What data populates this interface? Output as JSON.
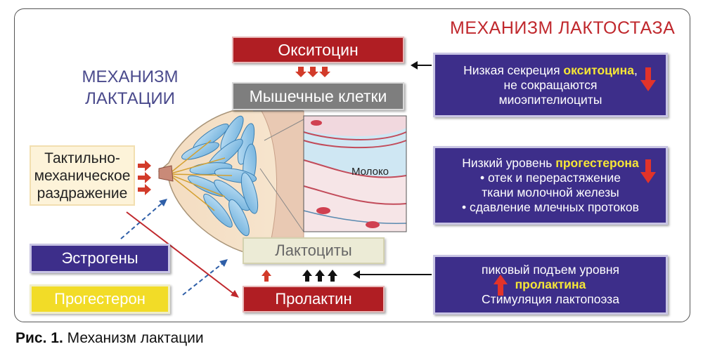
{
  "titles": {
    "lactostasis": "МЕХАНИЗМ ЛАКТОСТАЗА",
    "lactation_line1": "МЕХАНИЗМ",
    "lactation_line2": "ЛАКТАЦИИ"
  },
  "boxes": {
    "oxytocin": "Окситоцин",
    "muscle_cells": "Мышечные клетки",
    "tactile_line1": "Тактильно-",
    "tactile_line2": "механическое",
    "tactile_line3": "раздражение",
    "estrogens": "Эстрогены",
    "progesterone": "Прогестерон",
    "lactocytes": "Лактоциты",
    "prolactin": "Пролактин"
  },
  "info_oxytocin": {
    "text1": "Низкая секреция ",
    "highlight": "окситоцина",
    "text2": ",",
    "line2": "не сокращаются",
    "line3": "миоэпителиоциты"
  },
  "info_progesterone": {
    "text1": "Низкий уровень ",
    "highlight": "прогестерона",
    "line2": "• отек и перерастяжение",
    "line3": "ткани молочной железы",
    "line4": "• сдавление млечных протоков"
  },
  "info_prolactin": {
    "line1": "пиковый подъем уровня",
    "highlight": "пролактина",
    "line3": "Стимуляция лактопоэза"
  },
  "diagram_label": "Молоко",
  "caption": {
    "label": "Рис. 1.",
    "text": " Механизм лактации"
  },
  "colors": {
    "red": "#b01e23",
    "navy": "#3d2e8a",
    "yellow": "#f2dc27",
    "grey": "#7e7e7e",
    "beige": "#ecebd6",
    "title_red": "#c0282d",
    "title_blue": "#4a4a8c",
    "highlight": "#f6e636"
  }
}
